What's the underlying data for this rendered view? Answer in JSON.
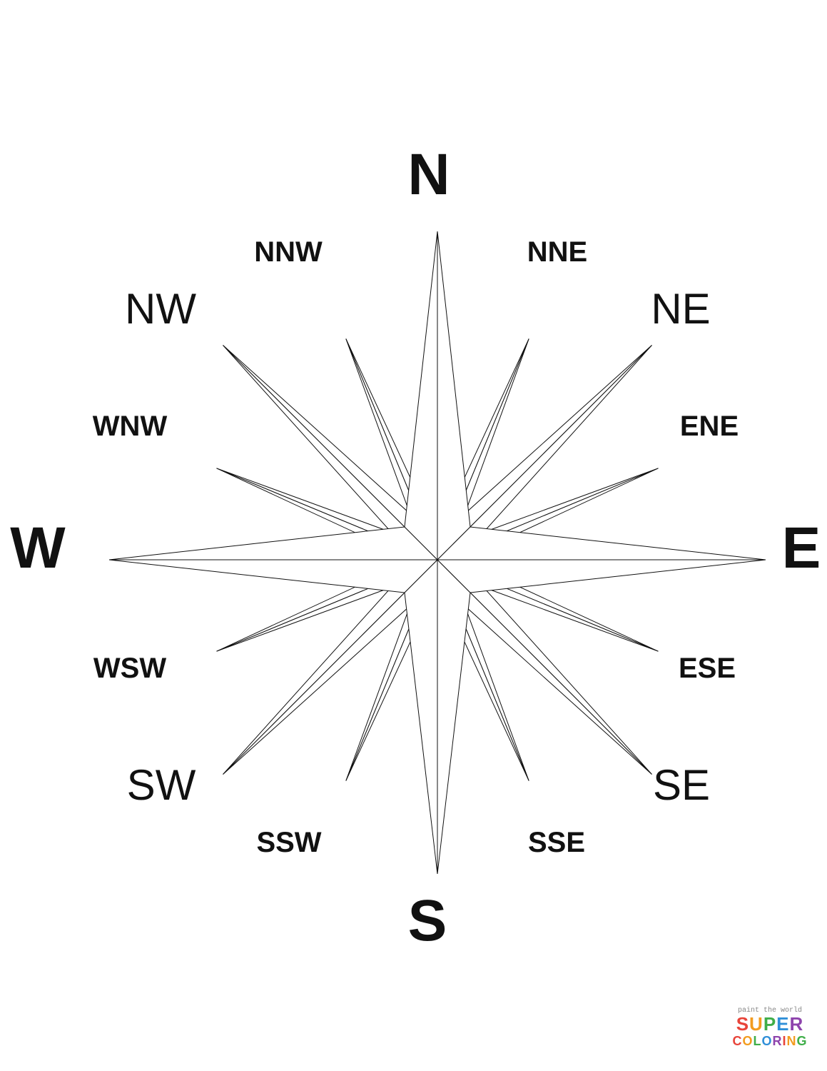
{
  "compass": {
    "labels": {
      "N": "N",
      "NNE": "NNE",
      "NE": "NE",
      "ENE": "ENE",
      "E": "E",
      "ESE": "ESE",
      "SE": "SE",
      "SSE": "SSE",
      "S": "S",
      "SSW": "SSW",
      "SW": "SW",
      "WSW": "WSW",
      "W": "W",
      "WNW": "WNW",
      "NW": "NW",
      "NNW": "NNW"
    },
    "colors": {
      "stroke": "#111111",
      "fill": "#ffffff",
      "text": "#111111"
    }
  },
  "watermark": {
    "tagline": "paint the world",
    "word1": "SUPER",
    "word2": "COLORING",
    "letter_colors": [
      "#e8443a",
      "#f39c1f",
      "#3fae49",
      "#2f8fd8",
      "#8e44ad",
      "#e8443a",
      "#f39c1f",
      "#3fae49"
    ]
  }
}
